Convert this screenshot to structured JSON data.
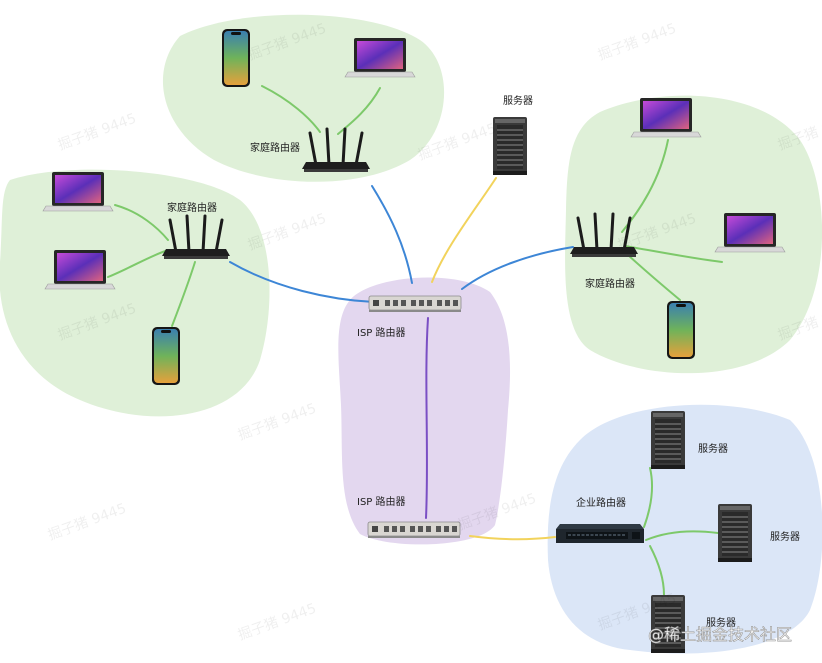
{
  "labels": {
    "top_router": "家庭路由器",
    "left_router": "家庭路由器",
    "right_router": "家庭路由器",
    "top_server": "服务器",
    "isp_top": "ISP 路由器",
    "isp_bottom": "ISP 路由器",
    "enterprise_router": "企业路由器",
    "ent_server_1": "服务器",
    "ent_server_2": "服务器",
    "ent_server_3": "服务器"
  },
  "watermark": "掘子猪 9445",
  "credit": "@稀土掘金技术社区",
  "colors": {
    "home_area": "#dff0d8",
    "isp_area": "#e3d7ef",
    "enterprise_area": "#dbe6f7",
    "wifi_link": "#7dc96a",
    "blue_link": "#3d86d6",
    "yellow_link": "#f2d35c",
    "isp_link": "#7a4fc4"
  }
}
